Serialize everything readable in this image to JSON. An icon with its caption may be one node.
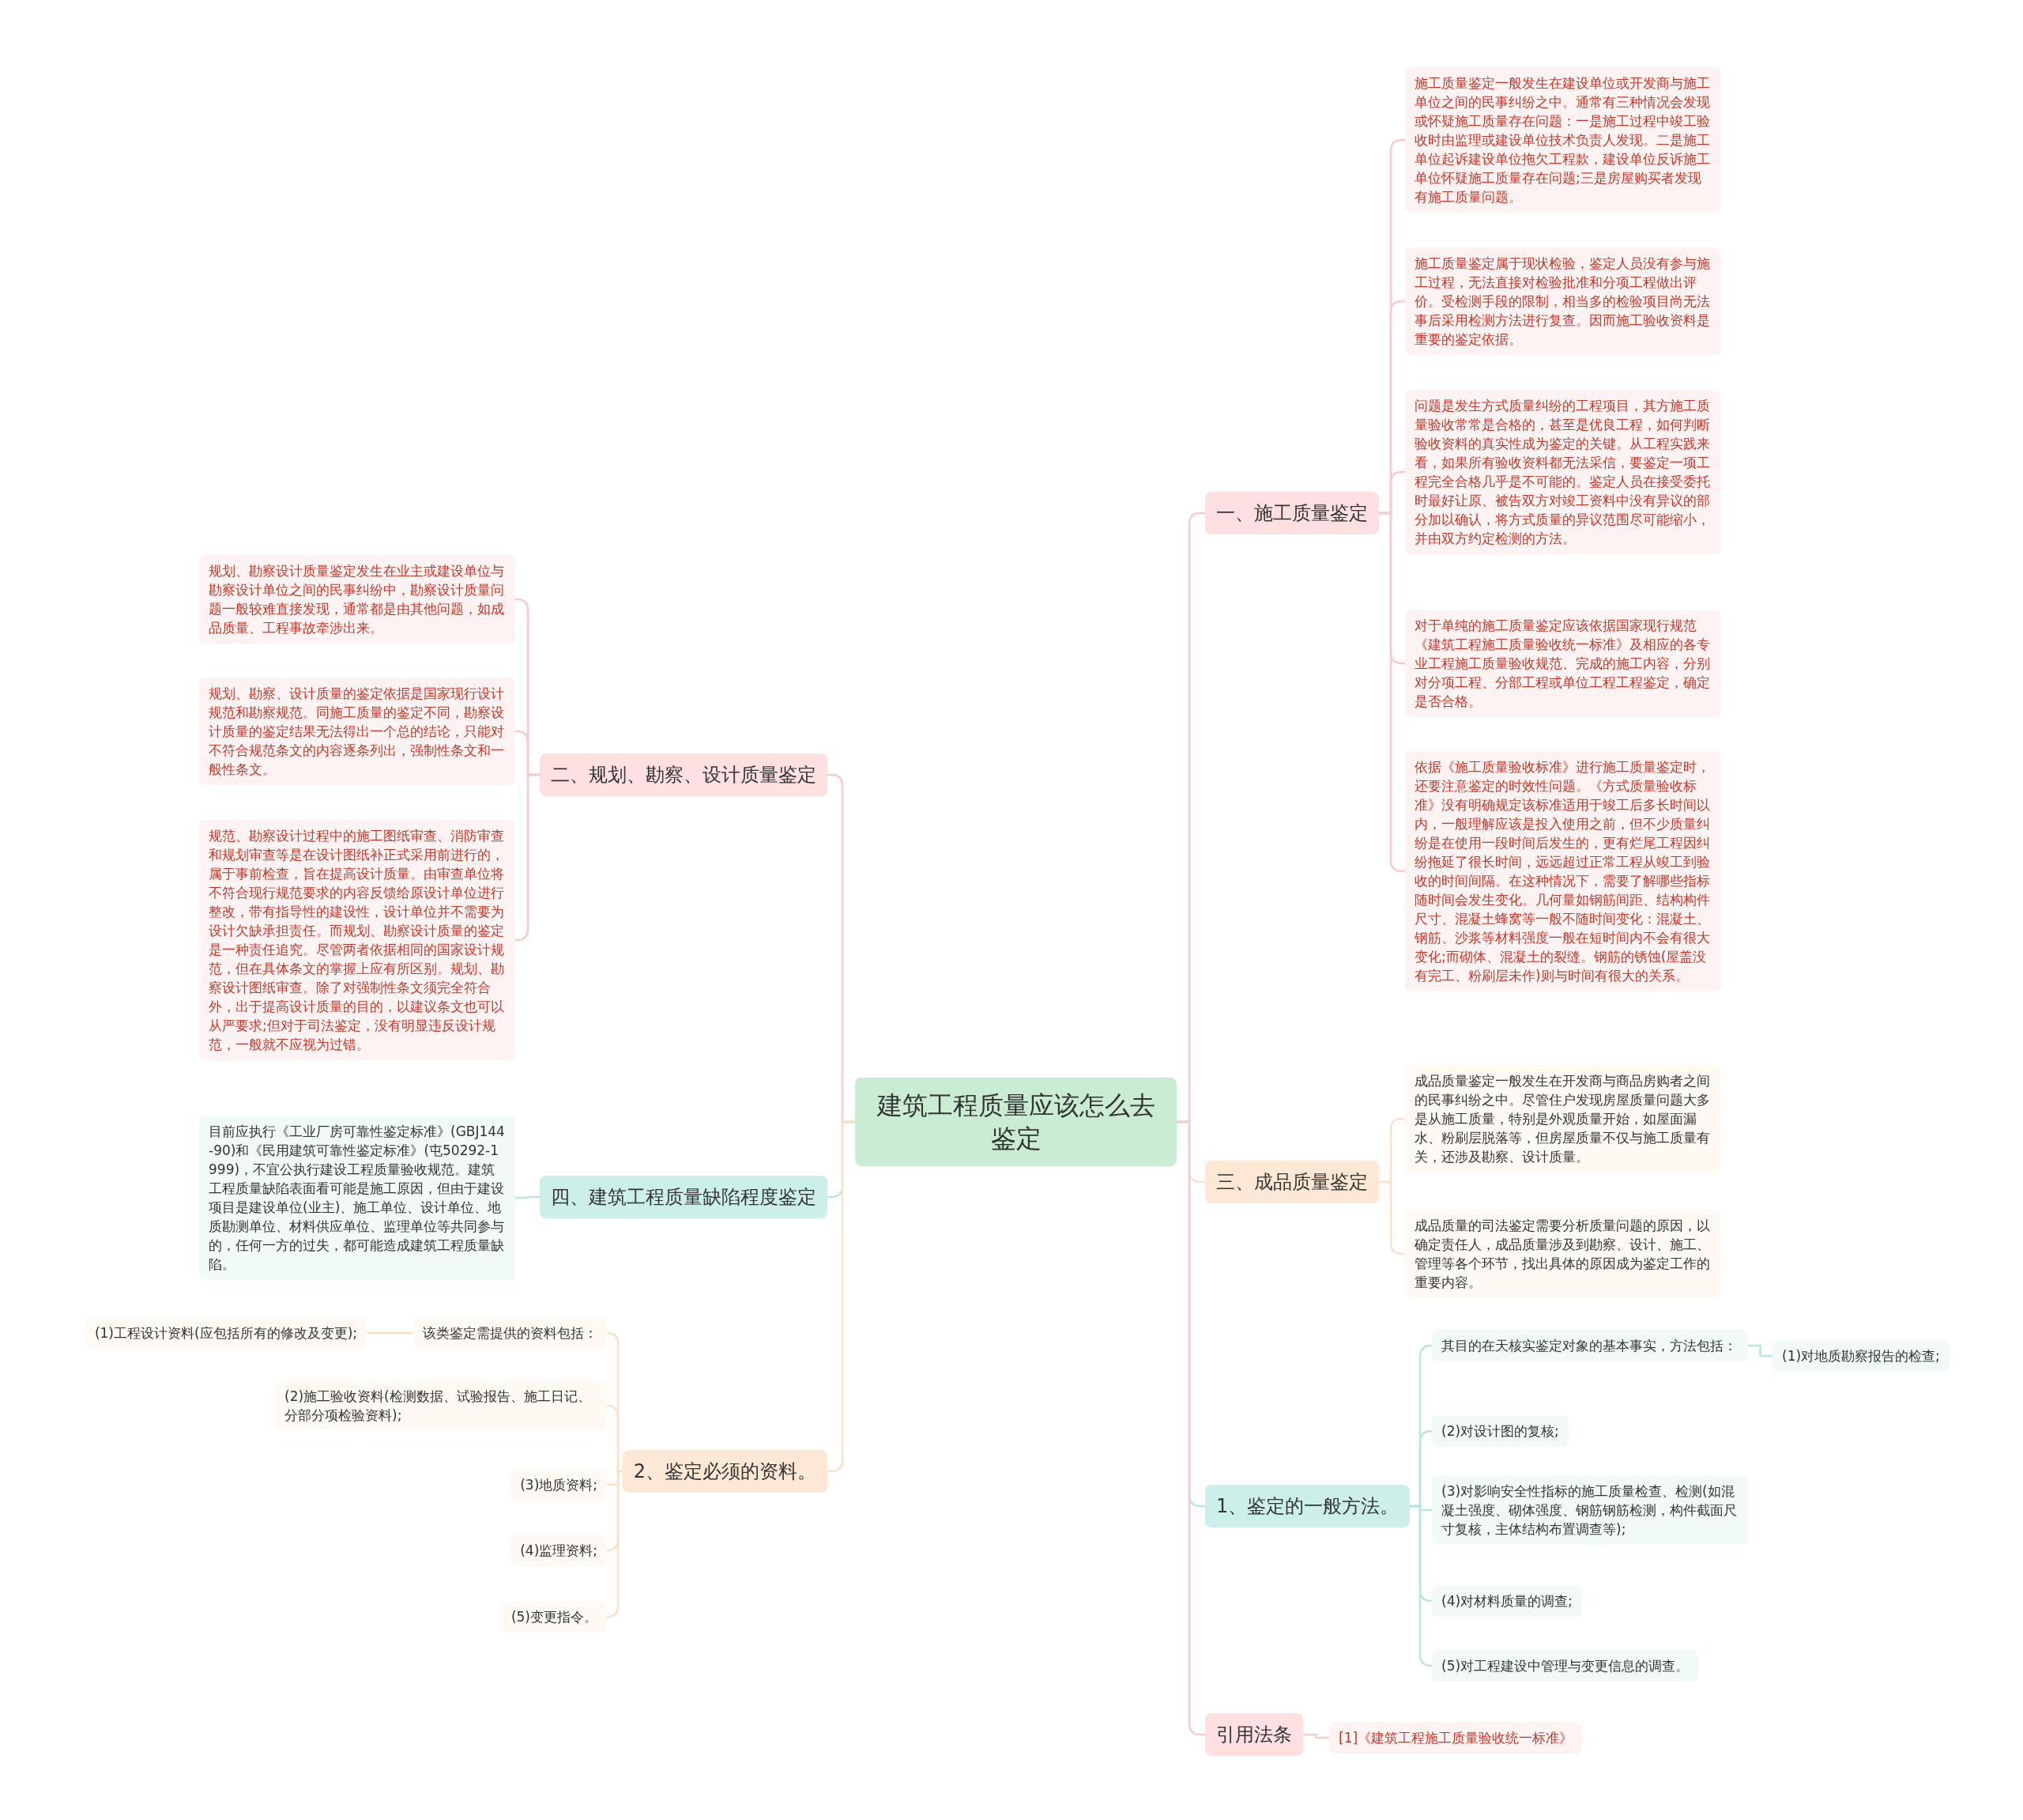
{
  "diagram": {
    "nodes": [
      {
        "text": [
          "建筑工程质量应该怎么去鉴定"
        ]
      },
      {
        "text": [
          "一、施工质量鉴定"
        ]
      },
      {
        "text": [
          "施工质量鉴定一般发生在建设单位或开发商与施工单位之间的民事纠纷之中。通常有三种情况会发现或怀疑施工质量存在问题：一是施工过程中竣工验收时由监理或建设单位技术负责人发现。二是施工单位起诉建设单位拖欠工程款，建设单位反诉施工单位怀疑施工质量存在问题;三是房屋购买者发现有施工质量问题。"
        ]
      },
      {
        "text": [
          "施工质量鉴定属于现状检验，鉴定人员没有参与施工过程，无法直接对检验批准和分项工程做出评价。受检测手段的限制，相当多的检验项目尚无法事后采用检测方法进行复查。因而施工验收资料是重要的鉴定依据。"
        ]
      },
      {
        "text": [
          "问题是发生方式质量纠纷的工程项目，其方施工质量验收常常是合格的，甚至是优良工程，如何判断验收资料的真实性成为鉴定的关键。从工程实践来看，如果所有验收资料都无法采信，要鉴定一项工程完全合格几乎是不可能的。鉴定人员在接受委托时最好让原、被告双方对竣工资料中没有异议的部分加以确认，将方式质量的异议范围尽可能缩小，并由双方约定检测的方法。"
        ]
      },
      {
        "text": [
          "对于单纯的施工质量鉴定应该依据国家现行规范《建筑工程施工质量验收统一标准》及相应的各专业工程施工质量验收规范、完成的施工内容，分别对分项工程、分部工程或单位工程工程鉴定，确定是否合格。"
        ]
      },
      {
        "text": [
          "依据《施工质量验收标准》进行施工质量鉴定时，还要注意鉴定的时效性问题。《方式质量验收标准》没有明确规定该标准适用于竣工后多长时间以内，一般理解应该是投入使用之前，但不少质量纠纷是在使用一段时间后发生的，更有烂尾工程因纠纷拖延了很长时间，远远超过正常工程从竣工到验收的时间间隔。在这种情况下，需要了解哪些指标随时间会发生变化。几何量如钢筋间距、结构构件尺寸、混凝土蜂窝等一般不随时间变化：混凝土、钢筋、沙浆等材料强度一般在短时间内不会有很大变化;而砌体、混凝土的裂缝。钢筋的锈蚀(屋盖没有完工、粉刷层未作)则与时间有很大的关系。"
        ]
      },
      {
        "text": [
          "三、成品质量鉴定"
        ]
      },
      {
        "text": [
          "成品质量鉴定一般发生在开发商与商品房购者之间的民事纠纷之中。尽管住户发现房屋质量问题大多是从施工质量，特别是外观质量开始，如屋面漏水、粉刷层脱落等，但房屋质量不仅与施工质量有关，还涉及勘察、设计质量。"
        ]
      },
      {
        "text": [
          "成品质量的司法鉴定需要分析质量问题的原因，以确定责任人，成品质量涉及到勘察、设计、施工、管理等各个环节，找出具体的原因成为鉴定工作的重要内容。"
        ]
      },
      {
        "text": [
          "1、鉴定的一般方法。"
        ]
      },
      {
        "text": [
          "其目的在天核实鉴定对象的基本事实，方法包括："
        ]
      },
      {
        "text": [
          "(1)对地质勘察报告的检查;"
        ]
      },
      {
        "text": [
          "(2)对设计图的复核;"
        ]
      },
      {
        "text": [
          "(3)对影响安全性指标的施工质量检查、检测(如混凝土强度、砌体强度、钢筋钢筋检测，构件截面尺寸复核，主体结构布置调查等);"
        ]
      },
      {
        "text": [
          "(4)对材料质量的调查;"
        ]
      },
      {
        "text": [
          "(5)对工程建设中管理与变更信息的调查。"
        ]
      },
      {
        "text": [
          "引用法条"
        ]
      },
      {
        "text": [
          "[1]《建筑工程施工质量验收统一标准》"
        ]
      },
      {
        "text": [
          "二、规划、勘察、设计质量鉴定"
        ]
      },
      {
        "text": [
          "规划、勘察设计质量鉴定发生在业主或建设单位与勘察设计单位之间的民事纠纷中，勘察设计质量问题一般较难直接发现，通常都是由其他问题，如成品质量、工程事故牵涉出来。"
        ]
      },
      {
        "text": [
          "规划、勘察、设计质量的鉴定依据是国家现行设计规范和勘察规范。同施工质量的鉴定不同，勘察设计质量的鉴定结果无法得出一个总的结论，只能对不符合规范条文的内容逐条列出，强制性条文和一般性条文。"
        ]
      },
      {
        "text": [
          "规范、勘察设计过程中的施工图纸审查、消防审查和规划审查等是在设计图纸补正式采用前进行的，属于事前检查，旨在提高设计质量。由审查单位将不符合现行规范要求的内容反馈给原设计单位进行整改，带有指导性的建设性，设计单位并不需要为设计欠缺承担责任。而规划、勘察设计质量的鉴定是一种责任追究。尽管两者依据相同的国家设计规范，但在具体条文的掌握上应有所区别。规划、勘察设计图纸审查。除了对强制性条文须完全符合外，出于提高设计质量的目的，以建议条文也可以从严要求;但对于司法鉴定，没有明显违反设计规范，一般就不应视为过错。"
        ]
      },
      {
        "text": [
          "四、建筑工程质量缺陷程度鉴定"
        ]
      },
      {
        "text": [
          "目前应执行《工业厂房可靠性鉴定标准》(GBJ144-90)和《民用建筑可靠性鉴定标准》(屯50292-1999)，不宜公执行建设工程质量验收规范。建筑工程质量缺陷表面看可能是施工原因，但由于建设项目是建设单位(业主)、施工单位、设计单位、地质勘测单位、材料供应单位、监理单位等共同参与的，任何一方的过失，都可能造成建筑工程质量缺陷。"
        ]
      },
      {
        "text": [
          "2、鉴定必须的资料。"
        ]
      },
      {
        "text": [
          "该类鉴定需提供的资料包括："
        ]
      },
      {
        "text": [
          "(1)工程设计资料(应包括所有的修改及变更);"
        ]
      },
      {
        "text": [
          "(2)施工验收资料(检测数据、试验报告、施工日记、分部分项检验资料);"
        ]
      },
      {
        "text": [
          "(3)地质资料;"
        ]
      },
      {
        "text": [
          "(4)监理资料;"
        ]
      },
      {
        "text": [
          "(5)变更指令。"
        ]
      }
    ],
    "edges": [
      {
        "from": 0,
        "to": 1,
        "arrow": "none"
      },
      {
        "from": 1,
        "to": 2,
        "arrow": "none"
      },
      {
        "from": 1,
        "to": 3,
        "arrow": "none"
      },
      {
        "from": 1,
        "to": 4,
        "arrow": "none"
      },
      {
        "from": 1,
        "to": 5,
        "arrow": "none"
      },
      {
        "from": 1,
        "to": 6,
        "arrow": "none"
      },
      {
        "from": 0,
        "to": 7,
        "arrow": "none",
        "color": "#fbe1c8"
      },
      {
        "from": 7,
        "to": 8,
        "arrow": "none",
        "color": "#fbe1c8"
      },
      {
        "from": 7,
        "to": 9,
        "arrow": "none",
        "color": "#fbe1c8"
      },
      {
        "from": 0,
        "to": 10,
        "arrow": "none",
        "color": "#b9e6df"
      },
      {
        "from": 10,
        "to": 11,
        "arrow": "none",
        "color": "#b9e6df"
      },
      {
        "from": 11,
        "to": 12,
        "arrow": "none",
        "color": "#b9e6df"
      },
      {
        "from": 10,
        "to": 13,
        "arrow": "none",
        "color": "#b9e6df"
      },
      {
        "from": 10,
        "to": 14,
        "arrow": "none",
        "color": "#b9e6df"
      },
      {
        "from": 10,
        "to": 15,
        "arrow": "none",
        "color": "#b9e6df"
      },
      {
        "from": 10,
        "to": 16,
        "arrow": "none",
        "color": "#b9e6df"
      },
      {
        "from": 0,
        "to": 17,
        "arrow": "none"
      },
      {
        "from": 17,
        "to": 18,
        "arrow": "none"
      },
      {
        "from": 0,
        "to": 19,
        "arrow": "none"
      },
      {
        "from": 19,
        "to": 20,
        "arrow": "none"
      },
      {
        "from": 19,
        "to": 21,
        "arrow": "none"
      },
      {
        "from": 19,
        "to": 22,
        "arrow": "none"
      },
      {
        "from": 0,
        "to": 23,
        "arrow": "none",
        "color": "#b9e6df"
      },
      {
        "from": 23,
        "to": 24,
        "arrow": "none",
        "color": "#b9e6df"
      },
      {
        "from": 0,
        "to": 25,
        "arrow": "none",
        "color": "#fbe1c8"
      },
      {
        "from": 25,
        "to": 26,
        "arrow": "none",
        "color": "#fbe1c8"
      },
      {
        "from": 26,
        "to": 27,
        "arrow": "none",
        "color": "#fbe1c8"
      },
      {
        "from": 25,
        "to": 28,
        "arrow": "none",
        "color": "#fbe1c8"
      },
      {
        "from": 25,
        "to": 29,
        "arrow": "none",
        "color": "#fbe1c8"
      },
      {
        "from": 25,
        "to": 30,
        "arrow": "none",
        "color": "#fbe1c8"
      },
      {
        "from": 25,
        "to": 31,
        "arrow": "none",
        "color": "#fbe1c8"
      }
    ]
  }
}
